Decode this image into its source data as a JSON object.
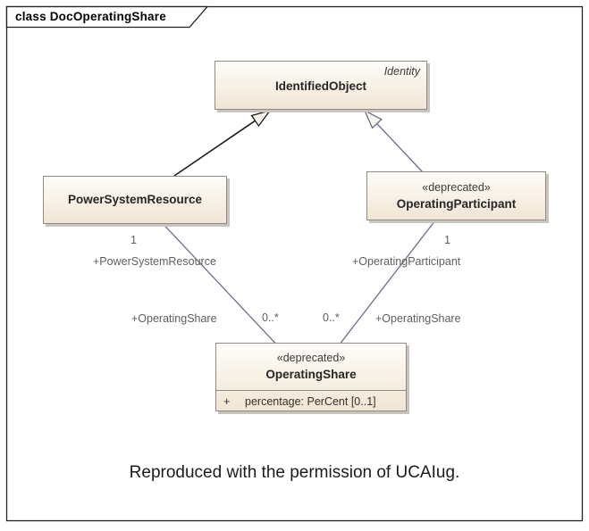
{
  "frame": {
    "title": "class DocOperatingShare"
  },
  "classes": {
    "identified_object": {
      "package": "Identity",
      "name": "IdentifiedObject"
    },
    "power_system_resource": {
      "name": "PowerSystemResource"
    },
    "operating_participant": {
      "stereotype": "«deprecated»",
      "name": "OperatingParticipant"
    },
    "operating_share": {
      "stereotype": "«deprecated»",
      "name": "OperatingShare",
      "attributes": [
        {
          "visibility": "+",
          "text": "percentage: PerCent [0..1]"
        }
      ]
    }
  },
  "relations": {
    "generalizations": [
      {
        "from": "PowerSystemResource",
        "to": "IdentifiedObject"
      },
      {
        "from": "OperatingParticipant",
        "to": "IdentifiedObject"
      }
    ],
    "associations": {
      "psr_share": {
        "source_multiplicity": "1",
        "source_role": "+PowerSystemResource",
        "target_multiplicity": "0..*",
        "target_role": "+OperatingShare"
      },
      "participant_share": {
        "source_multiplicity": "1",
        "source_role": "+OperatingParticipant",
        "target_multiplicity": "0..*",
        "target_role": "+OperatingShare"
      }
    }
  },
  "caption": "Reproduced with the permission of UCAIug.",
  "colors": {
    "box_border": "#8f8a84",
    "box_fill_top": "#fefdfa",
    "box_fill_bottom": "#f0e5d4",
    "box_shadow": "#c9c5bd",
    "association_line": "#6d6d87",
    "generalization_psr": "#1a1a1a",
    "label_text": "#5e5e5e",
    "frame_border": "#222222"
  }
}
